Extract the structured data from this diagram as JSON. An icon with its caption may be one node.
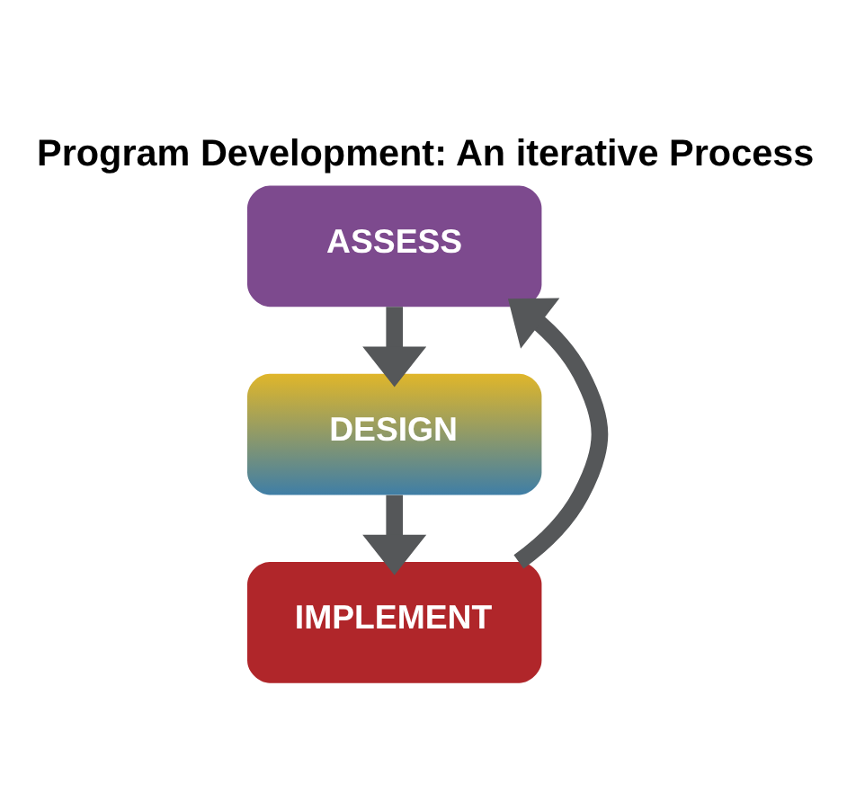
{
  "diagram": {
    "title": "Program Development: An iterative Process",
    "nodes": [
      {
        "text": [
          "ASSESS"
        ]
      },
      {
        "text": [
          "DESIGN"
        ]
      },
      {
        "text": [
          "IMPLEMENT"
        ]
      }
    ],
    "edges": [
      {
        "from": 0,
        "to": 1,
        "arrow": "to"
      },
      {
        "from": 1,
        "to": 2,
        "arrow": "to"
      },
      {
        "from": 2,
        "to": 0,
        "arrow": "to"
      }
    ]
  }
}
